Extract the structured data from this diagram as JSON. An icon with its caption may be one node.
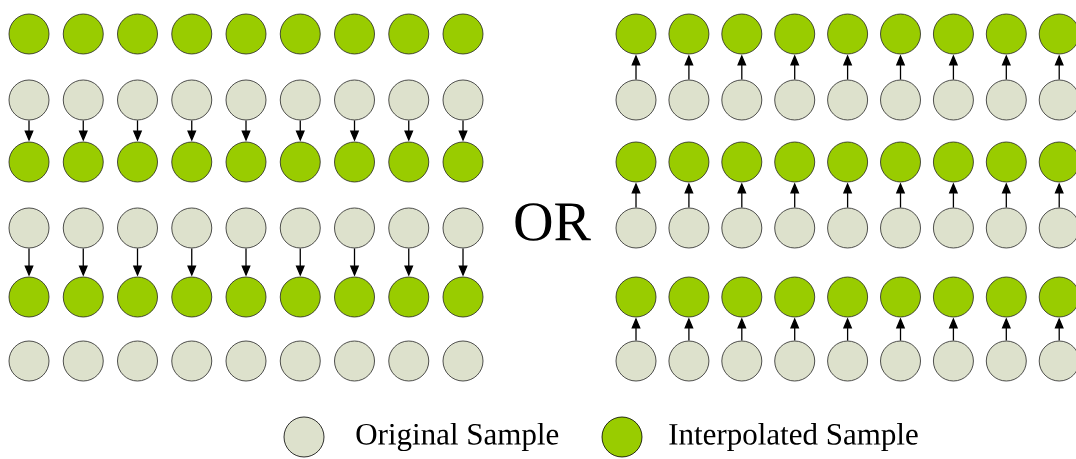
{
  "diagram": {
    "nodes": [
      {
        "text": [],
        "shape": "circle"
      },
      {
        "text": [],
        "shape": "circle"
      },
      {
        "text": [],
        "shape": "circle"
      },
      {
        "text": [],
        "shape": "circle"
      },
      {
        "text": [],
        "shape": "circle"
      },
      {
        "text": [],
        "shape": "circle"
      },
      {
        "text": [],
        "shape": "circle"
      },
      {
        "text": [],
        "shape": "circle"
      },
      {
        "text": [],
        "shape": "circle"
      },
      {
        "text": [],
        "shape": "circle"
      },
      {
        "text": [],
        "shape": "circle"
      },
      {
        "text": [],
        "shape": "circle"
      },
      {
        "text": [],
        "shape": "circle"
      },
      {
        "text": [],
        "shape": "circle"
      },
      {
        "text": [],
        "shape": "circle"
      },
      {
        "text": [],
        "shape": "circle"
      },
      {
        "text": [],
        "shape": "circle"
      },
      {
        "text": [],
        "shape": "circle"
      },
      {
        "text": [],
        "shape": "circle"
      },
      {
        "text": [],
        "shape": "circle"
      },
      {
        "text": [],
        "shape": "circle"
      },
      {
        "text": [],
        "shape": "circle"
      },
      {
        "text": [],
        "shape": "circle"
      },
      {
        "text": [],
        "shape": "circle"
      },
      {
        "text": [],
        "shape": "circle"
      },
      {
        "text": [],
        "shape": "circle"
      },
      {
        "text": [],
        "shape": "circle"
      },
      {
        "text": [],
        "shape": "circle"
      },
      {
        "text": [],
        "shape": "circle"
      },
      {
        "text": [],
        "shape": "circle"
      },
      {
        "text": [],
        "shape": "circle"
      },
      {
        "text": [],
        "shape": "circle"
      },
      {
        "text": [],
        "shape": "circle"
      },
      {
        "text": [],
        "shape": "circle"
      },
      {
        "text": [],
        "shape": "circle"
      },
      {
        "text": [],
        "shape": "circle"
      },
      {
        "text": [],
        "shape": "circle"
      },
      {
        "text": [],
        "shape": "circle"
      },
      {
        "text": [],
        "shape": "circle"
      },
      {
        "text": [],
        "shape": "circle"
      },
      {
        "text": [],
        "shape": "circle"
      },
      {
        "text": [],
        "shape": "circle"
      },
      {
        "text": [],
        "shape": "circle"
      },
      {
        "text": [],
        "shape": "circle"
      },
      {
        "text": [],
        "shape": "circle"
      },
      {
        "text": [],
        "shape": "circle"
      },
      {
        "text": [],
        "shape": "circle"
      },
      {
        "text": [],
        "shape": "circle"
      },
      {
        "text": [],
        "shape": "circle"
      },
      {
        "text": [],
        "shape": "circle"
      },
      {
        "text": [],
        "shape": "circle"
      },
      {
        "text": [],
        "shape": "circle"
      },
      {
        "text": [],
        "shape": "circle"
      },
      {
        "text": [],
        "shape": "circle"
      },
      {
        "text": [],
        "shape": "circle"
      },
      {
        "text": [],
        "shape": "circle"
      },
      {
        "text": [],
        "shape": "circle"
      },
      {
        "text": [],
        "shape": "circle"
      },
      {
        "text": [],
        "shape": "circle"
      },
      {
        "text": [],
        "shape": "circle"
      },
      {
        "text": [],
        "shape": "circle"
      },
      {
        "text": [],
        "shape": "circle"
      },
      {
        "text": [],
        "shape": "circle"
      },
      {
        "text": [],
        "shape": "circle"
      },
      {
        "text": [],
        "shape": "circle"
      },
      {
        "text": [],
        "shape": "circle"
      },
      {
        "text": [],
        "shape": "circle"
      },
      {
        "text": [],
        "shape": "circle"
      },
      {
        "text": [],
        "shape": "circle"
      },
      {
        "text": [],
        "shape": "circle"
      },
      {
        "text": [],
        "shape": "circle"
      },
      {
        "text": [],
        "shape": "circle"
      },
      {
        "text": [],
        "shape": "circle"
      },
      {
        "text": [],
        "shape": "circle"
      },
      {
        "text": [],
        "shape": "circle"
      },
      {
        "text": [],
        "shape": "circle"
      },
      {
        "text": [],
        "shape": "circle"
      },
      {
        "text": [],
        "shape": "circle"
      },
      {
        "text": [],
        "shape": "circle"
      },
      {
        "text": [],
        "shape": "circle"
      },
      {
        "text": [],
        "shape": "circle"
      },
      {
        "text": [],
        "shape": "circle"
      },
      {
        "text": [],
        "shape": "circle"
      },
      {
        "text": [],
        "shape": "circle"
      },
      {
        "text": [],
        "shape": "circle"
      },
      {
        "text": [],
        "shape": "circle"
      },
      {
        "text": [],
        "shape": "circle"
      },
      {
        "text": [],
        "shape": "circle"
      },
      {
        "text": [],
        "shape": "circle"
      },
      {
        "text": [],
        "shape": "circle"
      },
      {
        "text": [],
        "shape": "circle"
      },
      {
        "text": [],
        "shape": "circle"
      },
      {
        "text": [],
        "shape": "circle"
      },
      {
        "text": [],
        "shape": "circle"
      },
      {
        "text": [],
        "shape": "circle"
      },
      {
        "text": [],
        "shape": "circle"
      },
      {
        "text": [],
        "shape": "circle"
      },
      {
        "text": [],
        "shape": "circle"
      },
      {
        "text": [],
        "shape": "circle"
      },
      {
        "text": [],
        "shape": "circle"
      },
      {
        "text": [],
        "shape": "circle"
      },
      {
        "text": [],
        "shape": "circle"
      },
      {
        "text": [],
        "shape": "circle"
      },
      {
        "text": [],
        "shape": "circle"
      },
      {
        "text": [],
        "shape": "circle"
      },
      {
        "text": [],
        "shape": "circle"
      },
      {
        "text": [],
        "shape": "circle"
      },
      {
        "text": [],
        "shape": "circle"
      }
    ],
    "edges": [
      {
        "from": 9,
        "to": 18,
        "arrow": "to"
      },
      {
        "from": 10,
        "to": 19,
        "arrow": "to"
      },
      {
        "from": 11,
        "to": 20,
        "arrow": "to"
      },
      {
        "from": 12,
        "to": 21,
        "arrow": "to"
      },
      {
        "from": 13,
        "to": 22,
        "arrow": "to"
      },
      {
        "from": 14,
        "to": 23,
        "arrow": "to"
      },
      {
        "from": 15,
        "to": 24,
        "arrow": "to"
      },
      {
        "from": 16,
        "to": 25,
        "arrow": "to"
      },
      {
        "from": 17,
        "to": 26,
        "arrow": "to"
      },
      {
        "from": 27,
        "to": 36,
        "arrow": "to"
      },
      {
        "from": 28,
        "to": 37,
        "arrow": "to"
      },
      {
        "from": 29,
        "to": 38,
        "arrow": "to"
      },
      {
        "from": 30,
        "to": 39,
        "arrow": "to"
      },
      {
        "from": 31,
        "to": 40,
        "arrow": "to"
      },
      {
        "from": 32,
        "to": 41,
        "arrow": "to"
      },
      {
        "from": 33,
        "to": 42,
        "arrow": "to"
      },
      {
        "from": 34,
        "to": 43,
        "arrow": "to"
      },
      {
        "from": 35,
        "to": 44,
        "arrow": "to"
      },
      {
        "from": 63,
        "to": 54,
        "arrow": "to"
      },
      {
        "from": 64,
        "to": 55,
        "arrow": "to"
      },
      {
        "from": 65,
        "to": 56,
        "arrow": "to"
      },
      {
        "from": 66,
        "to": 57,
        "arrow": "to"
      },
      {
        "from": 67,
        "to": 58,
        "arrow": "to"
      },
      {
        "from": 68,
        "to": 59,
        "arrow": "to"
      },
      {
        "from": 69,
        "to": 60,
        "arrow": "to"
      },
      {
        "from": 70,
        "to": 61,
        "arrow": "to"
      },
      {
        "from": 71,
        "to": 62,
        "arrow": "to"
      },
      {
        "from": 81,
        "to": 72,
        "arrow": "to"
      },
      {
        "from": 82,
        "to": 73,
        "arrow": "to"
      },
      {
        "from": 83,
        "to": 74,
        "arrow": "to"
      },
      {
        "from": 84,
        "to": 75,
        "arrow": "to"
      },
      {
        "from": 85,
        "to": 76,
        "arrow": "to"
      },
      {
        "from": 86,
        "to": 77,
        "arrow": "to"
      },
      {
        "from": 87,
        "to": 78,
        "arrow": "to"
      },
      {
        "from": 88,
        "to": 79,
        "arrow": "to"
      },
      {
        "from": 89,
        "to": 80,
        "arrow": "to"
      },
      {
        "from": 99,
        "to": 90,
        "arrow": "to"
      },
      {
        "from": 100,
        "to": 91,
        "arrow": "to"
      },
      {
        "from": 101,
        "to": 92,
        "arrow": "to"
      },
      {
        "from": 102,
        "to": 93,
        "arrow": "to"
      },
      {
        "from": 103,
        "to": 94,
        "arrow": "to"
      },
      {
        "from": 104,
        "to": 95,
        "arrow": "to"
      },
      {
        "from": 105,
        "to": 96,
        "arrow": "to"
      },
      {
        "from": 106,
        "to": 97,
        "arrow": "to"
      },
      {
        "from": 107,
        "to": 98,
        "arrow": "to"
      }
    ],
    "labels": [
      "OR"
    ],
    "legend": [
      {
        "text": "Original Sample",
        "color": "#dde1cc"
      },
      {
        "text": "Interpolated Sample",
        "color": "#99cc00"
      }
    ]
  }
}
